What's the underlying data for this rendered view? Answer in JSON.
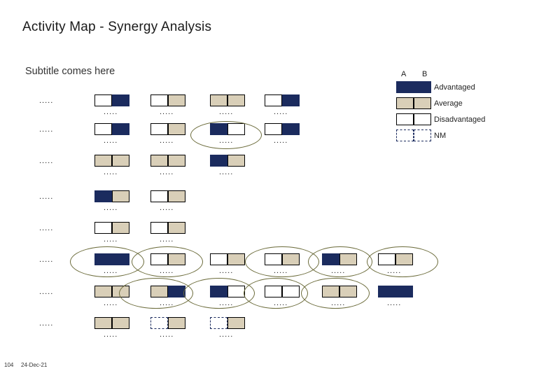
{
  "slide": {
    "title": "Activity Map - Synergy Analysis",
    "subtitle": "Subtitle comes here",
    "footer_number": "104",
    "footer_date": "24-Dec-21"
  },
  "legend": {
    "col_a": "A",
    "col_b": "B",
    "items": [
      {
        "label": "Advantaged",
        "a": "navy",
        "b": "navy"
      },
      {
        "label": "Average",
        "a": "beige",
        "b": "beige"
      },
      {
        "label": "Disadvantaged",
        "a": "white",
        "b": "white"
      },
      {
        "label": "NM",
        "a": "nm",
        "b": "nm"
      }
    ]
  },
  "colors": {
    "navy": "#1b2b5e",
    "beige": "#d9cfb8",
    "white": "#ffffff",
    "outline": "#000000",
    "ellipse": "#6b6b3a"
  },
  "matrix": {
    "row_label": ".....",
    "dots": ".....",
    "rows": [
      {
        "label": ".....",
        "cells": [
          {
            "a": "white",
            "b": "navy"
          },
          {
            "a": "white",
            "b": "beige"
          },
          {
            "a": "beige",
            "b": "beige"
          },
          {
            "a": "white",
            "b": "navy"
          }
        ]
      },
      {
        "label": ".....",
        "cells": [
          {
            "a": "white",
            "b": "navy"
          },
          {
            "a": "white",
            "b": "beige"
          },
          {
            "a": "navy",
            "b": "white"
          },
          {
            "a": "white",
            "b": "navy"
          }
        ]
      },
      {
        "label": ".....",
        "cells": [
          {
            "a": "beige",
            "b": "beige"
          },
          {
            "a": "beige",
            "b": "beige"
          },
          {
            "a": "navy",
            "b": "beige"
          }
        ]
      },
      {
        "label": ".....",
        "cells": [
          {
            "a": "navy",
            "b": "beige"
          },
          {
            "a": "white",
            "b": "beige"
          }
        ]
      },
      {
        "label": ".....",
        "cells": [
          {
            "a": "white",
            "b": "beige"
          },
          {
            "a": "white",
            "b": "beige"
          }
        ]
      },
      {
        "label": ".....",
        "cells": [
          {
            "a": "navy",
            "b": "navy"
          },
          {
            "a": "white",
            "b": "beige"
          },
          {
            "a": "white",
            "b": "beige"
          },
          {
            "a": "white",
            "b": "beige"
          },
          {
            "a": "navy",
            "b": "beige"
          },
          {
            "a": "white",
            "b": "beige"
          }
        ]
      },
      {
        "label": ".....",
        "cells": [
          {
            "a": "beige",
            "b": "beige"
          },
          {
            "a": "beige",
            "b": "navy"
          },
          {
            "a": "navy",
            "b": "white"
          },
          {
            "a": "white",
            "b": "white"
          },
          {
            "a": "beige",
            "b": "beige"
          },
          {
            "a": "navy",
            "b": "navy"
          }
        ]
      },
      {
        "label": ".....",
        "cells": [
          {
            "a": "beige",
            "b": "beige"
          },
          {
            "a": "nm",
            "b": "beige"
          },
          {
            "a": "nm",
            "b": "beige"
          }
        ]
      }
    ]
  }
}
